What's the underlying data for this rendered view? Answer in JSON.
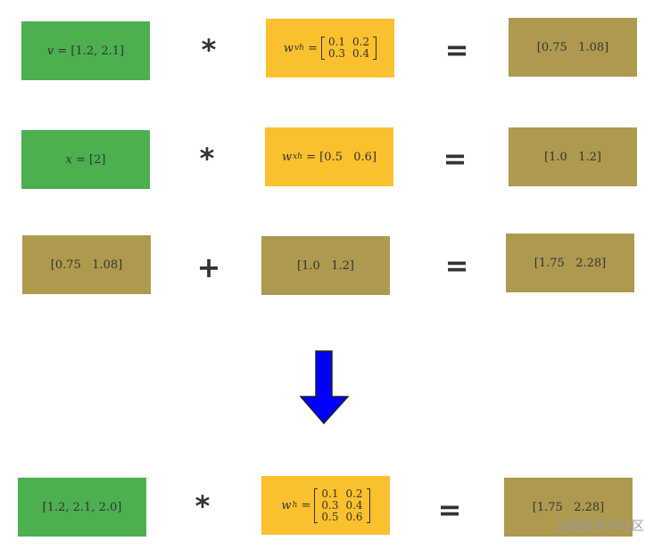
{
  "row1": {
    "left": {
      "var": "v",
      "value": "[1.2, 2.1]"
    },
    "op": "*",
    "mid": {
      "var": "w",
      "sub": "vh",
      "matrix": [
        [
          "0.1",
          "0.2"
        ],
        [
          "0.3",
          "0.4"
        ]
      ]
    },
    "eq": "=",
    "result": "[0.75   1.08]"
  },
  "row2": {
    "left": {
      "var": "x",
      "value": "[2]"
    },
    "op": "*",
    "mid": {
      "var": "w",
      "sub": "xh",
      "value": "[0.5   0.6]"
    },
    "eq": "=",
    "result": "[1.0   1.2]"
  },
  "row3": {
    "left": "[0.75   1.08]",
    "op": "+",
    "mid": "[1.0   1.2]",
    "eq": "=",
    "result": "[1.75   2.28]"
  },
  "arrow": {
    "color": "#0000ff",
    "direction": "down-arrow-icon"
  },
  "row4": {
    "left": "[1.2, 2.1, 2.0]",
    "op": "*",
    "mid": {
      "var": "w",
      "sub": "h",
      "matrix": [
        [
          "0.1",
          "0.2"
        ],
        [
          "0.3",
          "0.4"
        ],
        [
          "0.5",
          "0.6"
        ]
      ]
    },
    "eq": "=",
    "result": "[1.75   2.28]"
  },
  "watermark": "@掘金技术社区",
  "colors": {
    "green": "#4caf50",
    "yellow": "#fbc02d",
    "olive": "#ad9a4e"
  }
}
